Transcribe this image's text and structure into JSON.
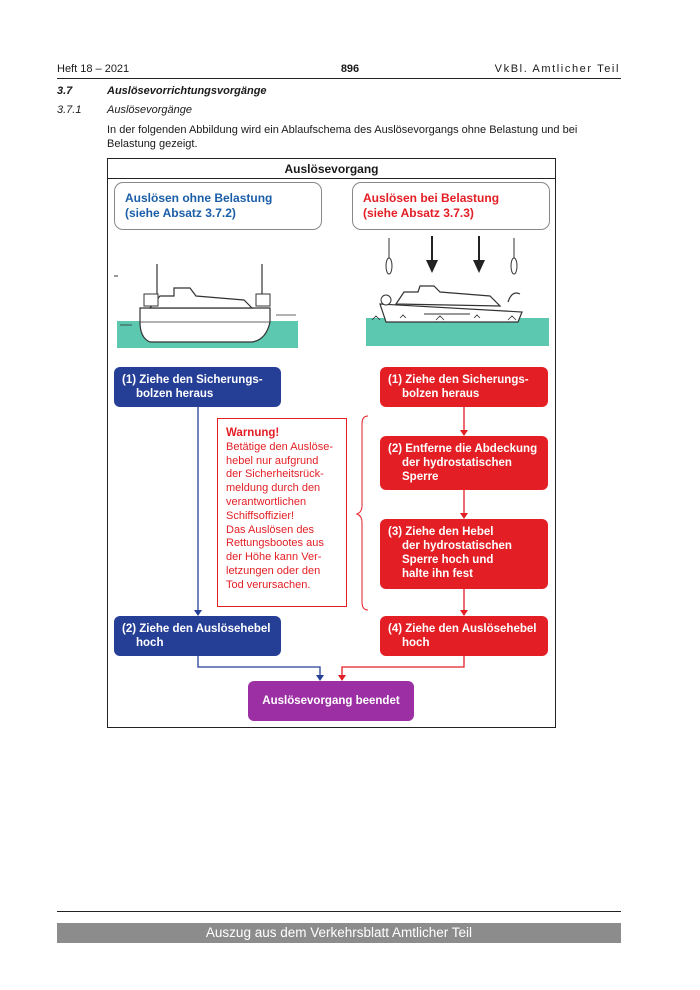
{
  "header": {
    "issue": "Heft 18 – 2021",
    "page_number": "896",
    "publication": "VkBl. Amtlicher Teil"
  },
  "section": {
    "number": "3.7",
    "title": "Auslösevorrichtungsvorgänge"
  },
  "subsection": {
    "number": "3.7.1",
    "title": "Auslösevorgänge",
    "intro": "In der folgenden Abbildung wird ein Ablaufschema des Auslösevorgangs ohne Belastung und bei Belastung gezeigt."
  },
  "figure": {
    "title": "Auslösevorgang",
    "left_column": {
      "heading_line1": "Auslösen ohne Belastung",
      "heading_line2": "(siehe Absatz 3.7.2)",
      "step1_line1": "(1) Ziehe den Sicherungs-",
      "step1_line2": "bolzen heraus",
      "step2_line1": "(2) Ziehe den Auslösehebel",
      "step2_line2": "hoch"
    },
    "right_column": {
      "heading_line1": "Auslösen bei Belastung",
      "heading_line2": "(siehe Absatz 3.7.3)",
      "step1_line1": "(1) Ziehe den Sicherungs-",
      "step1_line2": "bolzen heraus",
      "step2_line1": "(2) Entferne die Abdeckung",
      "step2_line2": "der hydrostatischen",
      "step2_line3": "Sperre",
      "step3_line1": "(3) Ziehe den Hebel",
      "step3_line2": "der hydrostatischen",
      "step3_line3": "Sperre hoch und",
      "step3_line4": "halte ihn fest",
      "step4_line1": "(4) Ziehe den Auslösehebel",
      "step4_line2": "hoch"
    },
    "warning": {
      "title": "Warnung!",
      "line1": "Betätige den Auslöse-",
      "line2": "hebel nur aufgrund",
      "line3": "der Sicherheitsrück-",
      "line4": "meldung durch den",
      "line5": "verantwortlichen",
      "line6": "Schiffsoffizier!",
      "line7": "Das Auslösen des",
      "line8": "Rettungsbootes aus",
      "line9": "der Höhe kann Ver-",
      "line10": "letzungen oder den",
      "line11": "Tod verursachen."
    },
    "final_step": "Auslösevorgang beendet",
    "colors": {
      "blue_step": "#253f97",
      "red_step": "#e31e24",
      "final_step": "#9b2fa3",
      "water": "#5cc8b0",
      "heading_blue": "#1b5ea8"
    }
  },
  "footer": {
    "text": "Auszug aus dem Verkehrsblatt Amtlicher Teil"
  }
}
